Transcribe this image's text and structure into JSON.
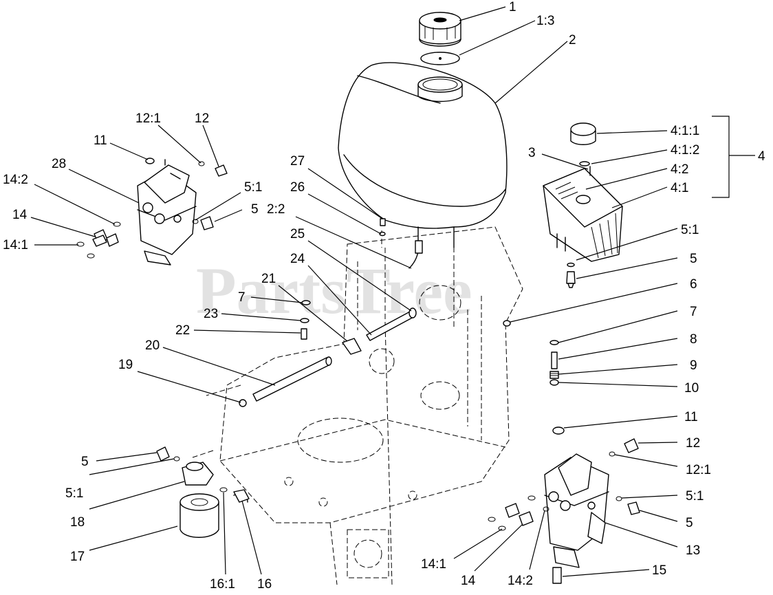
{
  "watermark": "PartsTree",
  "callouts": [
    "1",
    "1:3",
    "2",
    "3",
    "4",
    "4:1:1",
    "4:1:2",
    "4:2",
    "4:1",
    "5:1",
    "5",
    "6",
    "7",
    "8",
    "9",
    "10",
    "11",
    "12",
    "12:1",
    "5:1",
    "5",
    "13",
    "14:1",
    "14",
    "14:2",
    "15",
    "27",
    "26",
    "2:2",
    "25",
    "24",
    "21",
    "7",
    "23",
    "22",
    "20",
    "19",
    "12:1",
    "12",
    "11",
    "28",
    "14:2",
    "5:1",
    "5",
    "14",
    "14:1",
    "5",
    "5:1",
    "18",
    "17",
    "16:1",
    "16"
  ]
}
